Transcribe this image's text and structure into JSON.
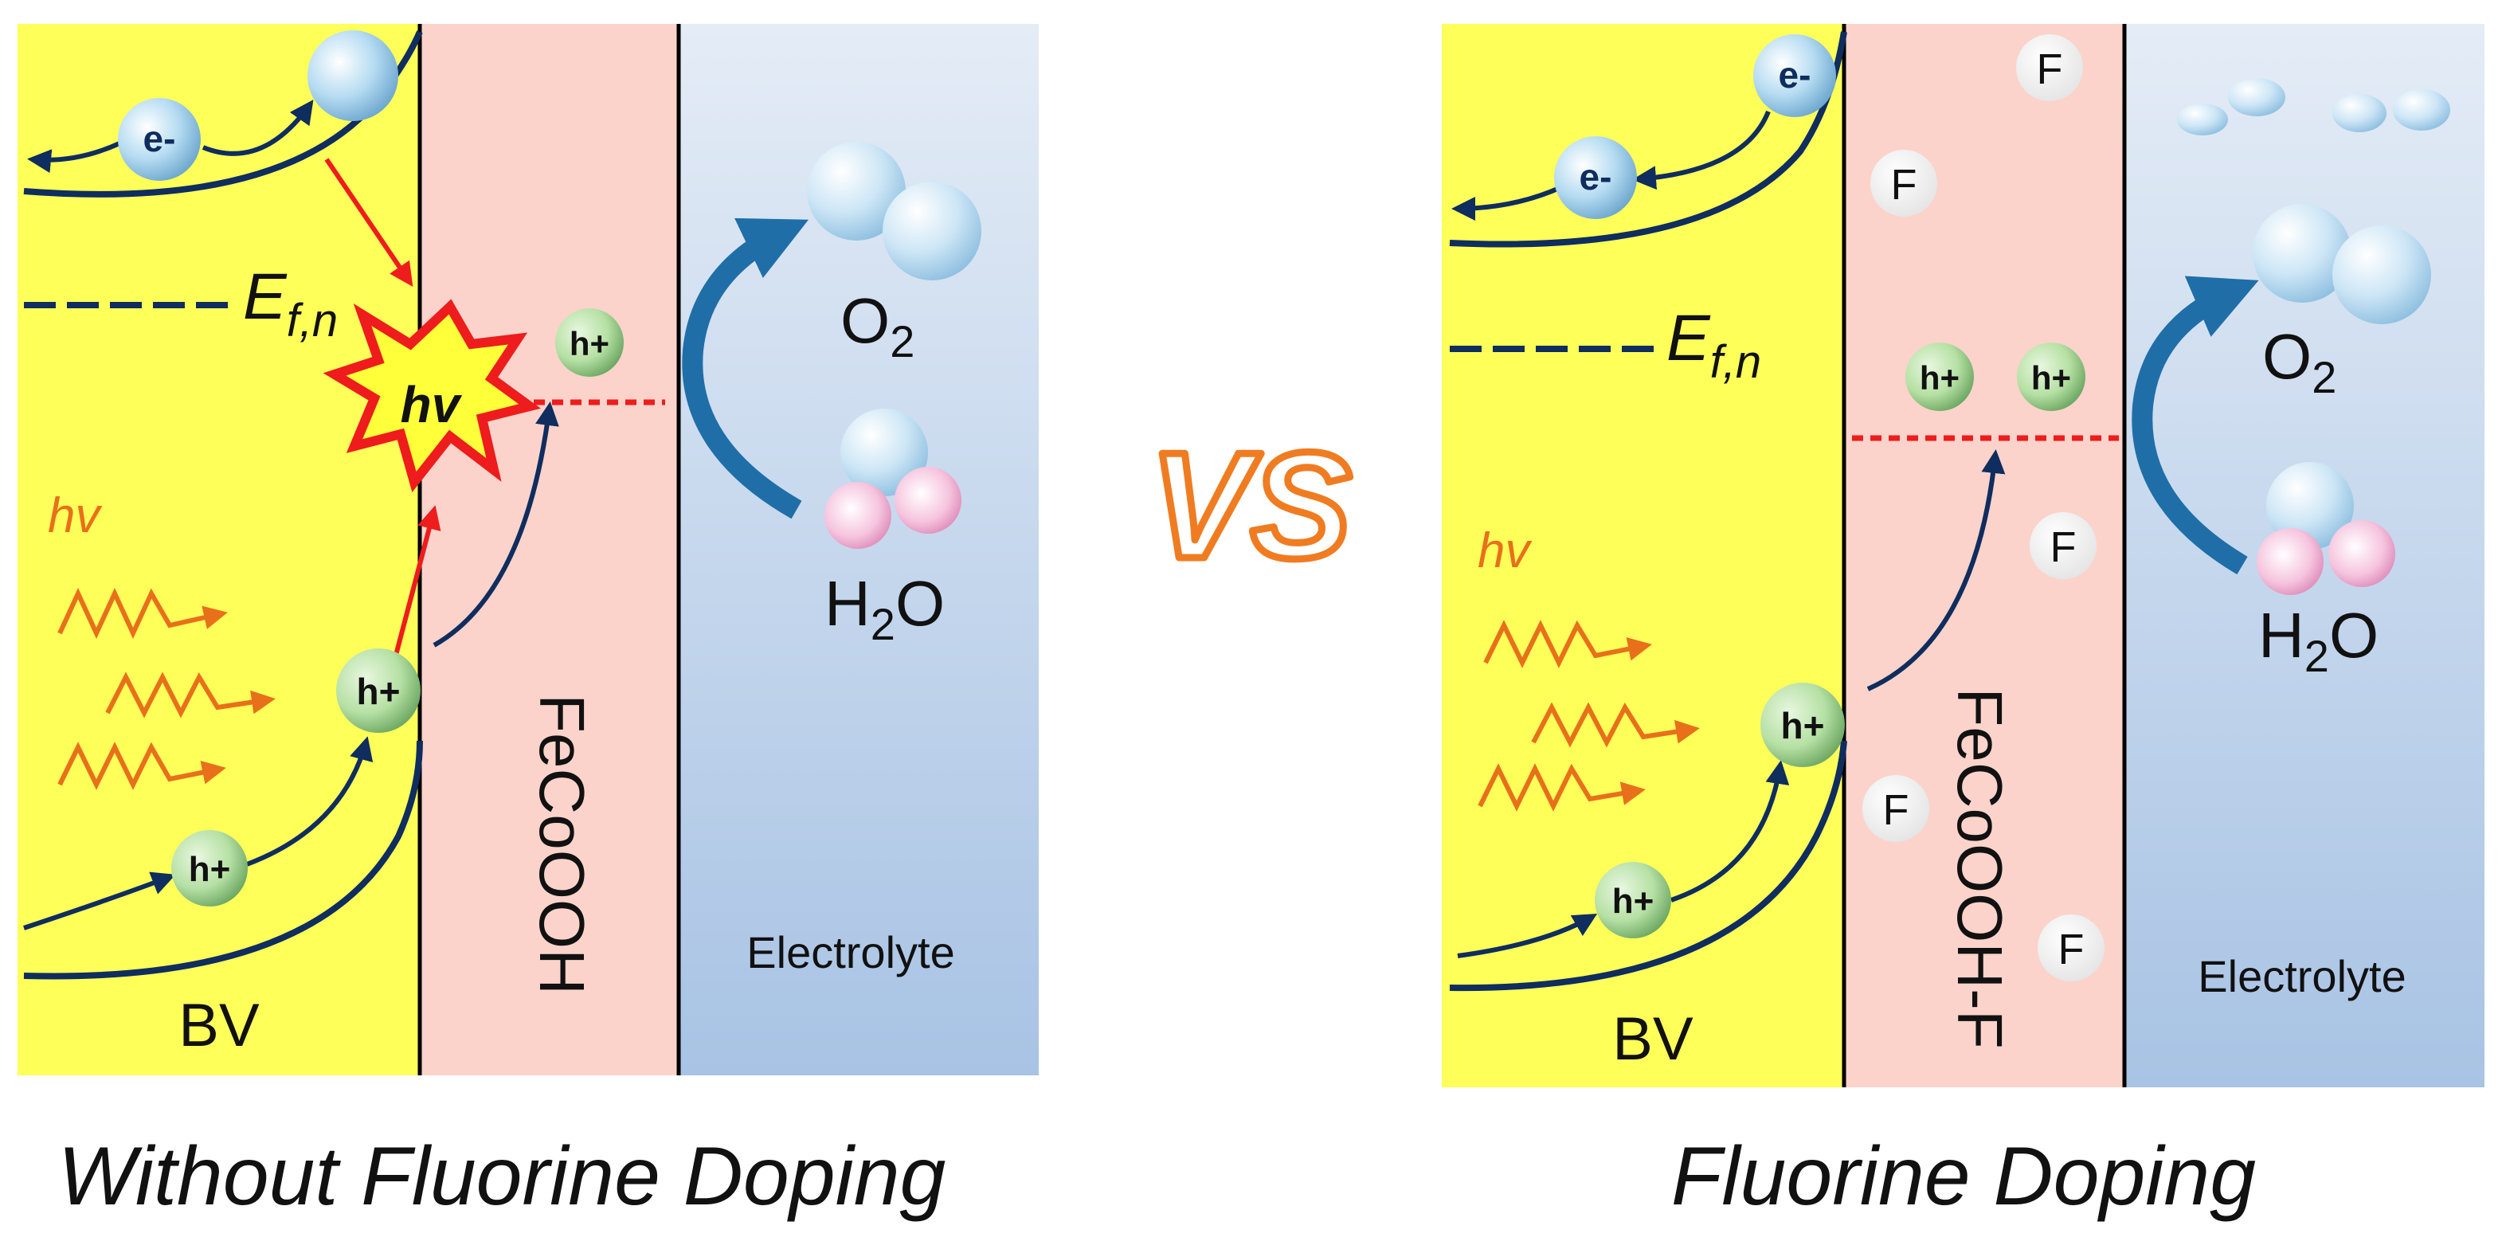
{
  "left_panel": {
    "electron_label": "e-",
    "hole_label": "h+",
    "fermi_label": "E",
    "fermi_subscript": "f,n",
    "photon_label": "hv",
    "burst_label": "hv",
    "o2_label": "O",
    "o2_subscript": "2",
    "h2o_label_h": "H",
    "h2o_subscript": "2",
    "h2o_label_o": "O",
    "semiconductor_label": "BV",
    "layer_label": "FeCoOOH",
    "electrolyte_label": "Electrolyte",
    "caption": "Without Fluorine Doping"
  },
  "vs_label": "VS",
  "right_panel": {
    "electron_label": "e-",
    "hole_label": "h+",
    "fermi_label": "E",
    "fermi_subscript": "f,n",
    "photon_label": "hv",
    "fluorine_label": "F",
    "o2_label": "O",
    "o2_subscript": "2",
    "h2o_label_h": "H",
    "h2o_subscript": "2",
    "h2o_label_o": "O",
    "semiconductor_label": "BV",
    "layer_label": "FeCoOOH-F",
    "electrolyte_label": "Electrolyte",
    "caption": "Fluorine Doping"
  },
  "colors": {
    "semiconductor": "#ffff5a",
    "layer": "#fbd3cb",
    "electrolyte_top": "#dce6f2",
    "electrolyte_bottom": "#a7c2e4",
    "band": "#0f2d5e",
    "photon": "#e8701a",
    "dashed_red": "#ee1c1c",
    "arrow_blue": "#1f6ea8",
    "vs": "#f07c22"
  }
}
